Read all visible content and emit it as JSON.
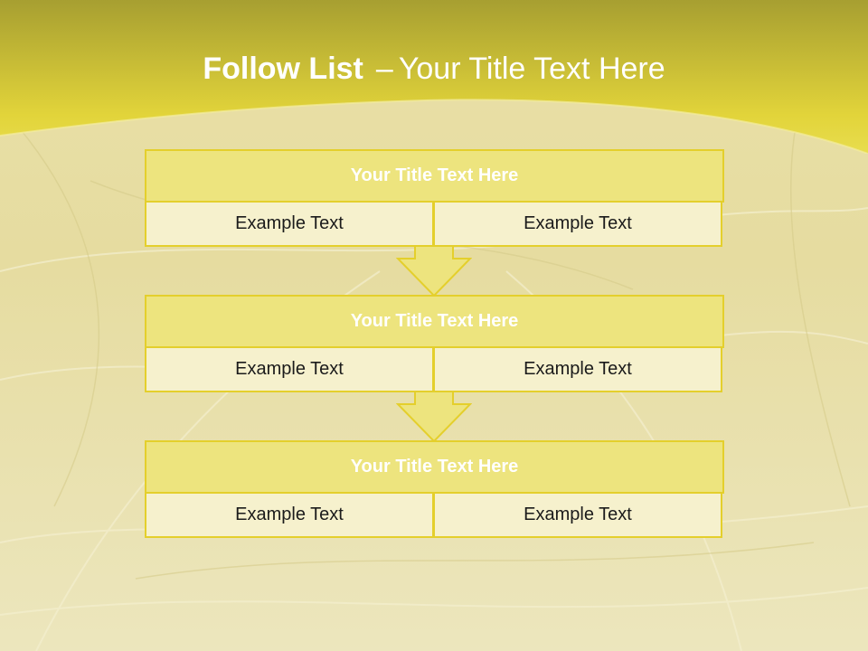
{
  "slide": {
    "title_bold": "Follow List",
    "title_separator": "–",
    "title_rest": "Your Title Text Here"
  },
  "blocks": [
    {
      "title": "Your Title Text Here",
      "left": "Example Text",
      "right": "Example Text"
    },
    {
      "title": "Your Title Text Here",
      "left": "Example Text",
      "right": "Example Text"
    },
    {
      "title": "Your Title Text Here",
      "left": "Example Text",
      "right": "Example Text"
    }
  ],
  "colors": {
    "header": "#e2d43a",
    "header_top": "#a79f31",
    "title_fill": "#ede47e",
    "cell_fill": "#f6f1cd",
    "border": "#e4cf2c"
  }
}
